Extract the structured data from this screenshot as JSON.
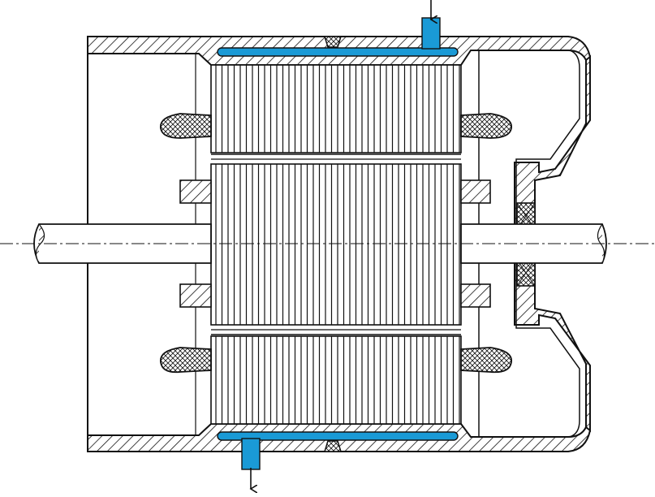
{
  "diagram": {
    "kind": "motor-cross-section-engineering-drawing",
    "colors": {
      "ink": "#111111",
      "coolant": "#1a9ad6",
      "background": "#ffffff"
    },
    "components": [
      {
        "id": "housing",
        "label": ""
      },
      {
        "id": "stator-core",
        "label": ""
      },
      {
        "id": "rotor-core",
        "label": ""
      },
      {
        "id": "shaft",
        "label": ""
      },
      {
        "id": "end-windings",
        "label": ""
      },
      {
        "id": "bearings",
        "label": ""
      },
      {
        "id": "coolant-jacket",
        "label": ""
      },
      {
        "id": "coolant-inlet",
        "label": ""
      },
      {
        "id": "coolant-outlet",
        "label": ""
      }
    ]
  }
}
